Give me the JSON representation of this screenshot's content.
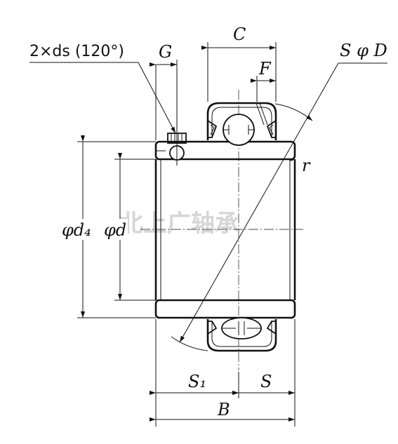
{
  "labels": {
    "setscrew": "2×ds (120°)",
    "G": "G",
    "C": "C",
    "F": "F",
    "SphiD": "S φ D",
    "r": "r",
    "phid4": "φd₄",
    "phid": "φd",
    "S1": "S₁",
    "S": "S",
    "B": "B"
  },
  "watermark": "北上广轴承"
}
